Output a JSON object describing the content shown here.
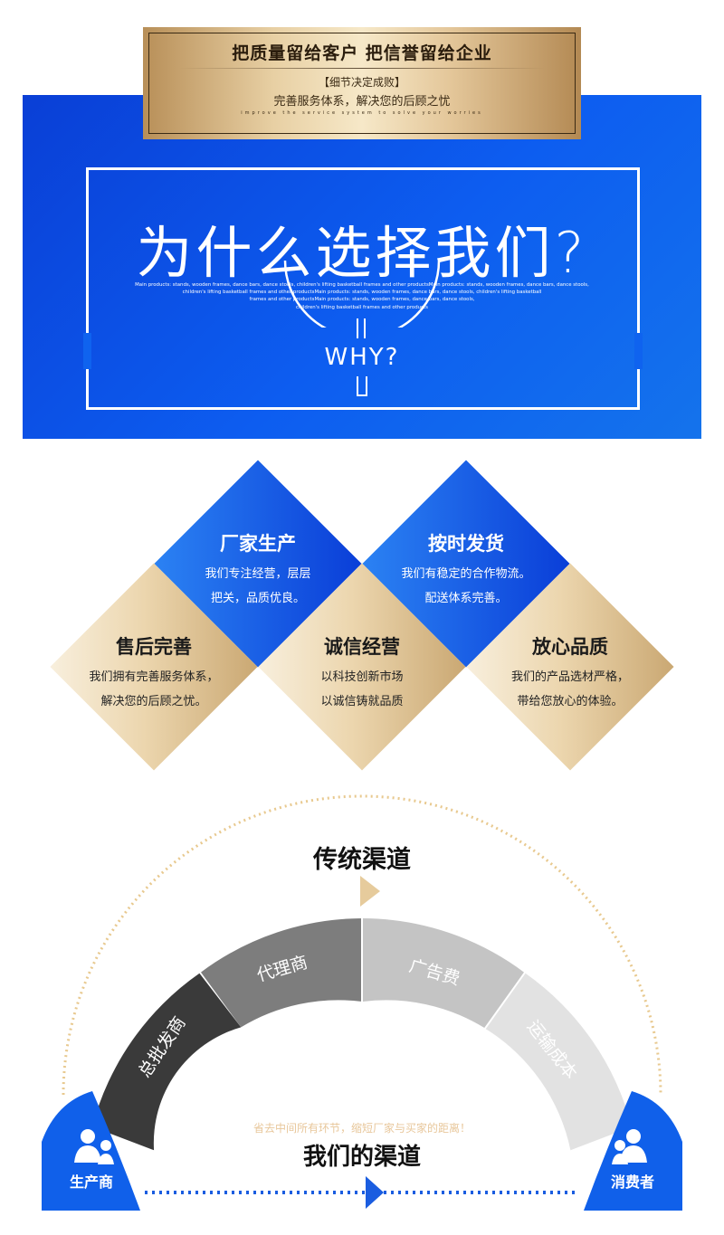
{
  "banner": {
    "title": "把质量留给客户 把信誉留给企业",
    "sub1": "【细节决定成败】",
    "sub2": "完善服务体系，解决您的后顾之忧",
    "en": "improve the service system to solve your worries"
  },
  "hero": {
    "title": "为什么选择我们?",
    "small_lines": [
      "Main products: stands, wooden frames, dance bars, dance stools, children's lifting basketball frames and other productsMain products: stands, wooden frames, dance bars, dance stools,",
      "children's lifting basketball frames and other productsMain products: stands, wooden frames, dance bars, dance stools, children's lifting basketball",
      "frames and other productsMain products: stands, wooden frames, dance bars, dance stools,",
      "children's lifting basketball frames and other products"
    ],
    "why": "WHY?"
  },
  "features": [
    {
      "title": "厂家生产",
      "line1": "我们专注经营，层层",
      "line2": "把关，品质优良。",
      "color": "#1060ea"
    },
    {
      "title": "按时发货",
      "line1": "我们有稳定的合作物流。",
      "line2": "配送体系完善。",
      "color": "#1060ea"
    },
    {
      "title": "售后完善",
      "line1": "我们拥有完善服务体系，",
      "line2": "解决您的后顾之忧。",
      "color": "#e2c594"
    },
    {
      "title": "诚信经营",
      "line1": "以科技创新市场",
      "line2": "以诚信铸就品质",
      "color": "#e2c594"
    },
    {
      "title": "放心品质",
      "line1": "我们的产品选材严格，",
      "line2": "带给您放心的体验。",
      "color": "#e2c594"
    }
  ],
  "channels": {
    "traditional": "传统渠道",
    "ours": "我们的渠道",
    "note": "省去中间所有环节，缩短厂家与买家的距离！",
    "producer": "生产商",
    "consumer": "消费者",
    "segments": [
      {
        "label": "总批发商",
        "color": "#3a3a3a"
      },
      {
        "label": "代理商",
        "color": "#7d7d7d"
      },
      {
        "label": "广告费",
        "color": "#b9b9b9"
      },
      {
        "label": "运输成本",
        "color": "#e0e0e0"
      }
    ]
  }
}
